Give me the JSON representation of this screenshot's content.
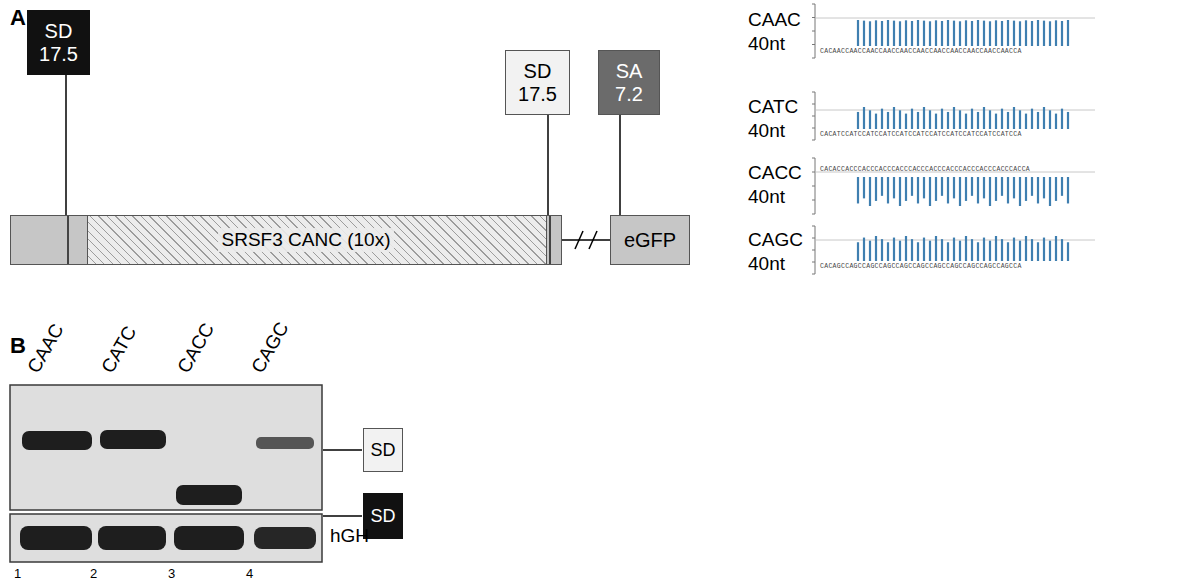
{
  "diagram": {
    "nodes": [
      {
        "text": [
          "SD",
          "17.5"
        ]
      },
      {
        "text": [
          "SD",
          "17.5"
        ]
      },
      {
        "text": [
          "SA",
          "7.2"
        ]
      },
      {
        "text": [
          "SRSF3 CANC (10x)"
        ]
      },
      {
        "text": [
          "eGFP"
        ]
      },
      {
        "text": [
          "SD"
        ]
      },
      {
        "text": [
          "SD"
        ]
      }
    ],
    "edges": [
      {
        "from": 0,
        "to": 3,
        "arrow": "none"
      },
      {
        "from": 1,
        "to": 3,
        "arrow": "none"
      },
      {
        "from": 2,
        "to": 4,
        "arrow": "none"
      },
      {
        "from": 3,
        "to": 4,
        "arrow": "none"
      }
    ],
    "labels": [
      "A",
      "B",
      "CAAC",
      "CATC",
      "CACC",
      "CAGC",
      "hGH",
      "1",
      "2",
      "3",
      "4",
      "CAAC",
      "40nt",
      "CATC",
      "40nt",
      "CACC",
      "40nt",
      "CAGC",
      "40nt",
      "CACAACCAACCAACCAACCAACCAACCAACCAACCAACCAACCAACCA",
      "CACATCCATCCATCCATCCATCCATCCATCCATCCATCCATCCATCCA",
      "CACACCACCCACCCACCCACCCACCCACCCACCCACCCACCCACCCACCA",
      "CACAGCCAGCCAGCCAGCCAGCCAGCCAGCCAGCCAGCCAGCCAGCCA"
    ]
  }
}
